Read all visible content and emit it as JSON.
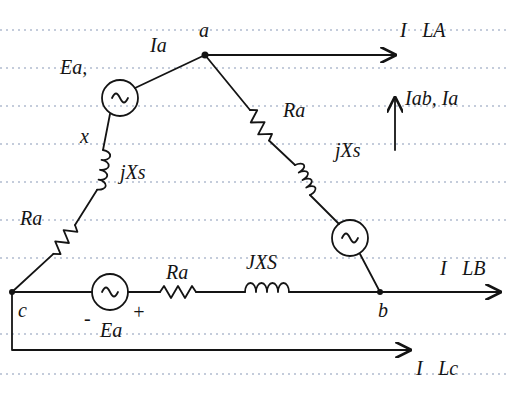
{
  "diagram": {
    "labels": [
      "a",
      "Ea,",
      "Ia",
      "x",
      "jXs",
      "Ra",
      "Iab, Ia",
      "I⃗LA",
      "jXs",
      "Ra",
      "c",
      "-",
      "Ea",
      "+",
      "Ra",
      "JXS",
      "b",
      "I⃗LB",
      "I⃗Lc"
    ]
  }
}
